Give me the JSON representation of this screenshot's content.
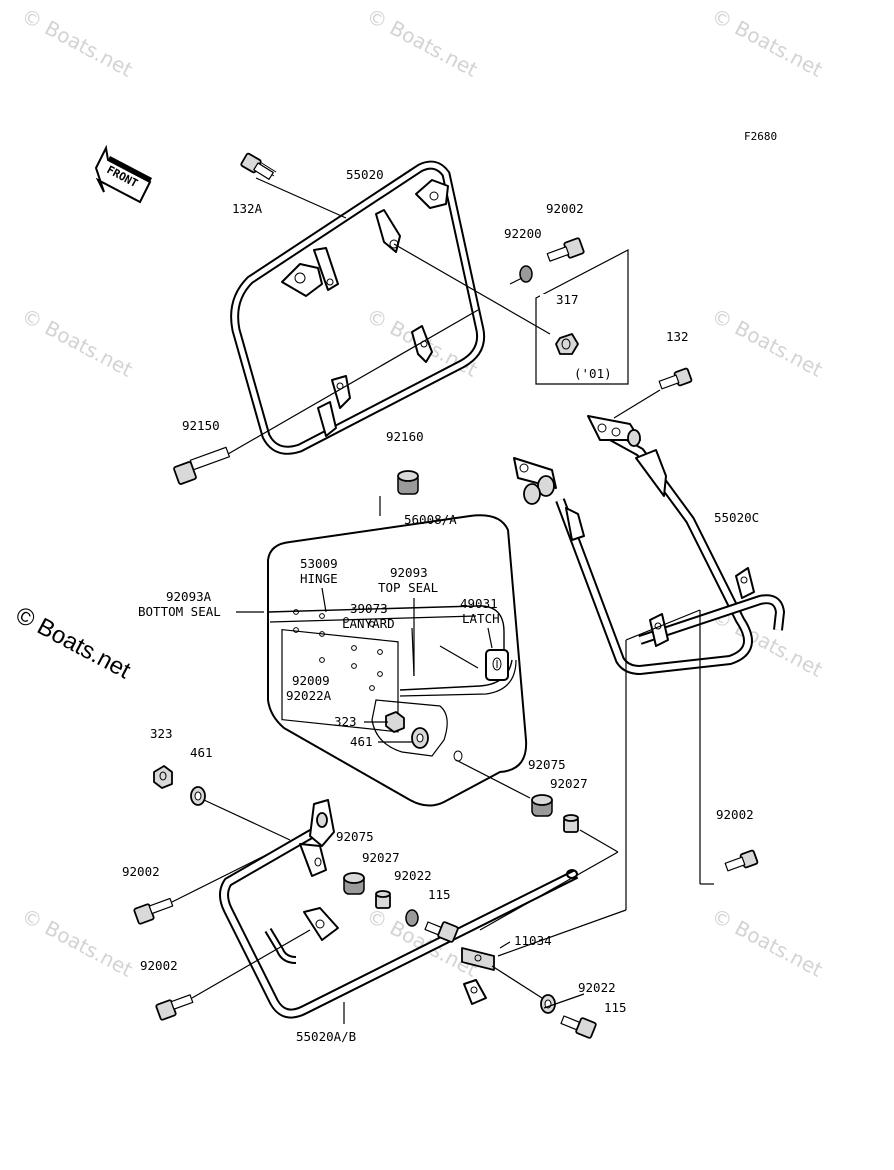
{
  "diagram": {
    "figure_code": "F2680",
    "front_label": "FRONT",
    "watermark_text": "© Boats.net",
    "labels": {
      "p132A": "132A",
      "p55020": "55020",
      "p92002_top": "92002",
      "p92200": "92200",
      "p317": "317",
      "p317_note": "('01)",
      "p132": "132",
      "p92150": "92150",
      "p92160": "92160",
      "p56008": "56008/A",
      "p55020C": "55020C",
      "p53009": "53009",
      "p53009_name": "HINGE",
      "p92093": "92093",
      "p92093_name": "TOP SEAL",
      "p92093A": "92093A",
      "p92093A_name": "BOTTOM SEAL",
      "p39073": "39073",
      "p39073_name": "LANYARD",
      "p49031": "49031",
      "p49031_name": "LATCH",
      "p92009": "92009",
      "p92022A": "92022A",
      "p323_box": "323",
      "p461_box": "461",
      "p323": "323",
      "p461": "461",
      "p92075_right": "92075",
      "p92027_right": "92027",
      "p92002_right": "92002",
      "p92075": "92075",
      "p92027": "92027",
      "p92022": "92022",
      "p115": "115",
      "p92002_left": "92002",
      "p11034": "11034",
      "p92002_bottom": "92002",
      "p92022_bottom": "92022",
      "p115_bottom": "115",
      "p55020AB": "55020A/B"
    }
  }
}
